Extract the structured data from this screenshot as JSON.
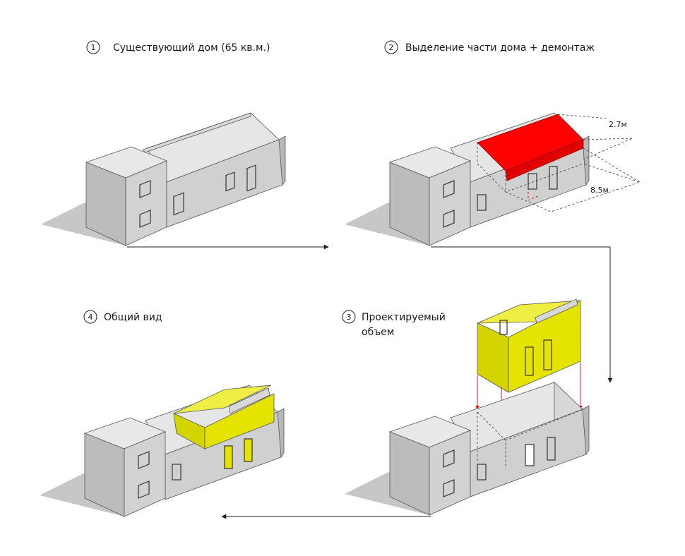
{
  "steps": [
    {
      "number": "1",
      "title": "Существующий дом (65 кв.м.)"
    },
    {
      "number": "2",
      "title": "Выделение части дома + демонтаж"
    },
    {
      "number": "3",
      "title_line1": "Проектируемый",
      "title_line2": "объем"
    },
    {
      "number": "4",
      "title": "Общий вид"
    }
  ],
  "dimensions": {
    "width": "2.7м",
    "length": "8.5м"
  },
  "colors": {
    "wall_front": "#bdbdbd",
    "wall_side": "#d6d6d6",
    "roof": "#ebebeb",
    "shadow": "#c4c4c4",
    "demolition": "#ff0000",
    "new_volume": "#e4e400",
    "new_volume_side": "#c9c900"
  }
}
